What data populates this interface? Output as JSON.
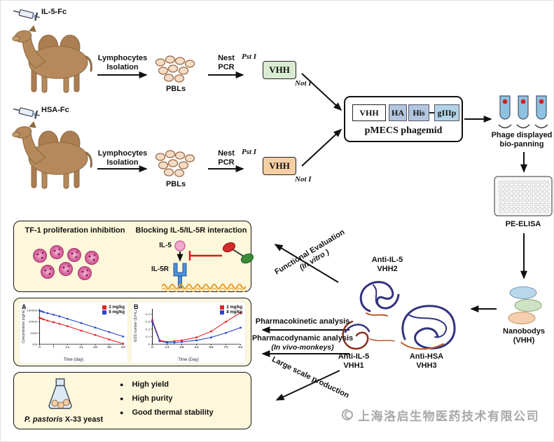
{
  "rows": [
    {
      "antigen": "IL-5-Fc",
      "step1": "Lymphocytes\nIsolation",
      "pbls": "PBLs",
      "step2": "Nest\nPCR",
      "pst": "Pst I",
      "not": "Not I",
      "vhh": "VHH"
    },
    {
      "antigen": "HSA-Fc",
      "step1": "Lymphocytes\nIsolation",
      "pbls": "PBLs",
      "step2": "Nest\nPCR",
      "pst": "Pst I",
      "not": "Not I",
      "vhh": "VHH"
    }
  ],
  "phagemid": {
    "title": "pMECS phagemid",
    "seg_vhh": "VHH",
    "seg_ha": "HA",
    "seg_his": "His",
    "seg_g3p": "gIIIp"
  },
  "right_flow": {
    "panning": "Phage displayed\nbio-panning",
    "elisa": "PE-ELISA",
    "nanobodies": "Nanobodys\n(VHH)"
  },
  "structures": {
    "vhh2": "Anti-IL-5\nVHH2",
    "vhh1": "Anti-IL-5\nVHH1",
    "vhh3": "Anti-HSA\nVHH3"
  },
  "process_arrows": {
    "functional": "Functional Evaluation",
    "functional_sub": "(In vitro )",
    "pk": "Pharmacokinetic analysis",
    "pd": "Pharmacodynamic analysis",
    "pd_sub": "(In vivo-monkeys)",
    "production": "Large scale production"
  },
  "panel_function": {
    "title_left": "TF-1 proliferation inhibition",
    "title_right": "Blocking IL-5/IL-5R interaction",
    "il5": "IL-5",
    "il5r": "IL-5R"
  },
  "panel_production": {
    "yeast_name": "P. pastoris",
    "yeast_rest": " X-33 yeast",
    "bullets": [
      "High yield",
      "High purity",
      "Good thermal stability"
    ]
  },
  "watermark": {
    "company": "上海洛启生物医药技术有限公司"
  },
  "colors": {
    "vhh_green": "#d9ecd2",
    "vhh_orange": "#f7cfa4",
    "segment_blue": "#b3c6e0",
    "segment_blue2": "#b3d4e8",
    "panel_cream": "#fdf7db",
    "inhibit_red": "#e01818",
    "series_red": "#e02428",
    "series_blue": "#2a48c4"
  },
  "chart_data": [
    {
      "type": "line",
      "panel": "A",
      "x": [
        0,
        1,
        2,
        4,
        7,
        10,
        14,
        21,
        28,
        35,
        42
      ],
      "xticks": [
        0,
        7,
        14,
        21,
        28,
        35,
        42
      ],
      "yticks": [
        100,
        1000,
        10000,
        100000
      ],
      "ylim": [
        100,
        100000
      ],
      "yscale": "log",
      "series": [
        {
          "name": "2 mg/kg",
          "color": "#e02428",
          "values": [
            22000,
            19000,
            16000,
            12500,
            9000,
            6500,
            4000,
            1600,
            650,
            260,
            110
          ]
        },
        {
          "name": "8 mg/kg",
          "color": "#2a48c4",
          "values": [
            95000,
            85000,
            72000,
            58000,
            42000,
            30000,
            18000,
            7500,
            3000,
            1200,
            480
          ]
        }
      ],
      "xlabel": "Time (day)",
      "ylabel": "Concentration (ng/mL)"
    },
    {
      "type": "line",
      "panel": "B",
      "x": [
        0,
        7,
        14,
        21,
        28,
        42,
        56,
        70,
        84
      ],
      "xticks": [
        0,
        14,
        28,
        42,
        56,
        70,
        84
      ],
      "yticks": [
        0,
        0.1,
        0.2,
        0.3,
        0.4
      ],
      "ylim": [
        0,
        0.45
      ],
      "yscale": "linear",
      "series": [
        {
          "name": "2 mg/kg",
          "color": "#e02428",
          "values": [
            0.32,
            0.05,
            0.03,
            0.04,
            0.05,
            0.09,
            0.17,
            0.3,
            0.42
          ]
        },
        {
          "name": "8 mg/kg",
          "color": "#2a48c4",
          "values": [
            0.3,
            0.04,
            0.02,
            0.02,
            0.03,
            0.05,
            0.09,
            0.15,
            0.22
          ]
        }
      ],
      "xlabel": "Time (Day)",
      "ylabel": "EOS number (10⁹/L)"
    }
  ]
}
